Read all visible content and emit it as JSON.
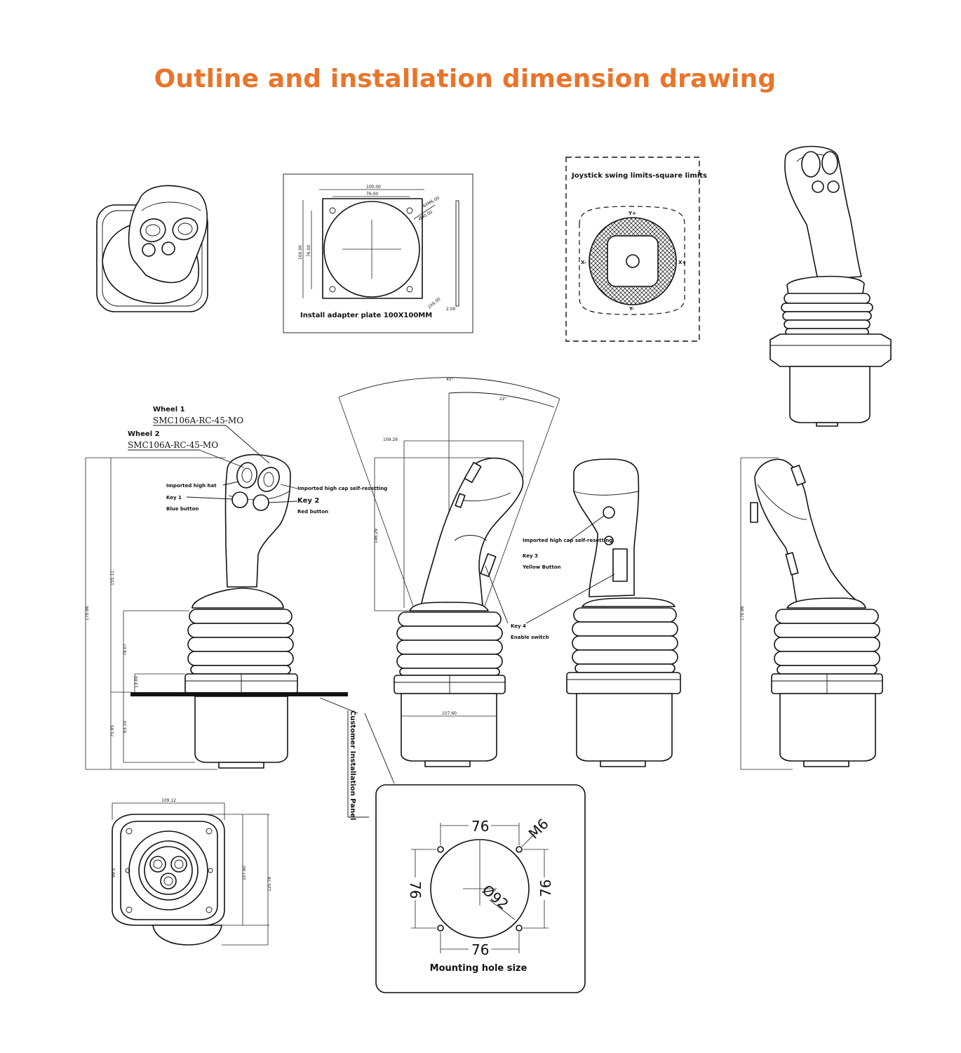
{
  "title": "Outline and installation dimension drawing",
  "adapter_plate": {
    "caption": "Install adapter plate 100X100MM",
    "dims": [
      "100.00",
      "76.00",
      "100.00",
      "76.00",
      "4XM6.00",
      "Ø90.00",
      "2X6.00",
      "2.00"
    ]
  },
  "swing_limits": {
    "caption": "Joystick swing limits-square limits",
    "axes": {
      "y_plus": "Y+",
      "y_minus": "Y-",
      "x_plus": "X+",
      "x_minus": "X-"
    }
  },
  "front_view": {
    "wheel1_label": "Wheel 1",
    "wheel1_part": "SMC106A-RC-45-MO",
    "wheel2_label": "Wheel 2",
    "wheel2_part": "SMC106A-RC-45-MO",
    "hat_label": "Imported high hat",
    "key1_label": "Key 1",
    "key1_desc": "Blue button",
    "cap_note": "Imported high cap self-resetting",
    "key2_label": "Key 2",
    "key2_desc": "Red button",
    "dims": [
      "170.86",
      "155.11",
      "78.07",
      "13.00",
      "75.95",
      "63.10"
    ]
  },
  "side_view": {
    "dims": [
      "45°",
      "22°",
      "109.29",
      "146.29",
      "107.60"
    ]
  },
  "right_side_view": {
    "cap_note": "Imported high cap self-resetting",
    "key3_label": "Key 3",
    "key3_desc": "Yellow Button",
    "key4_label": "Key 4",
    "key4_desc": "Enable switch"
  },
  "back_view": {
    "dims": [
      "170.86"
    ]
  },
  "customer_panel": "Customer Installation Panel",
  "bottom_view": {
    "dims": [
      "109.12",
      "99.5",
      "107.60",
      "125.78"
    ]
  },
  "mounting_hole": {
    "caption": "Mounting hole size",
    "top": "76",
    "bottom": "76",
    "left": "76",
    "right": "76",
    "thread": "M6",
    "diameter": "Ø92"
  },
  "colors": {
    "title": "#e8752a",
    "ink": "#111111"
  }
}
